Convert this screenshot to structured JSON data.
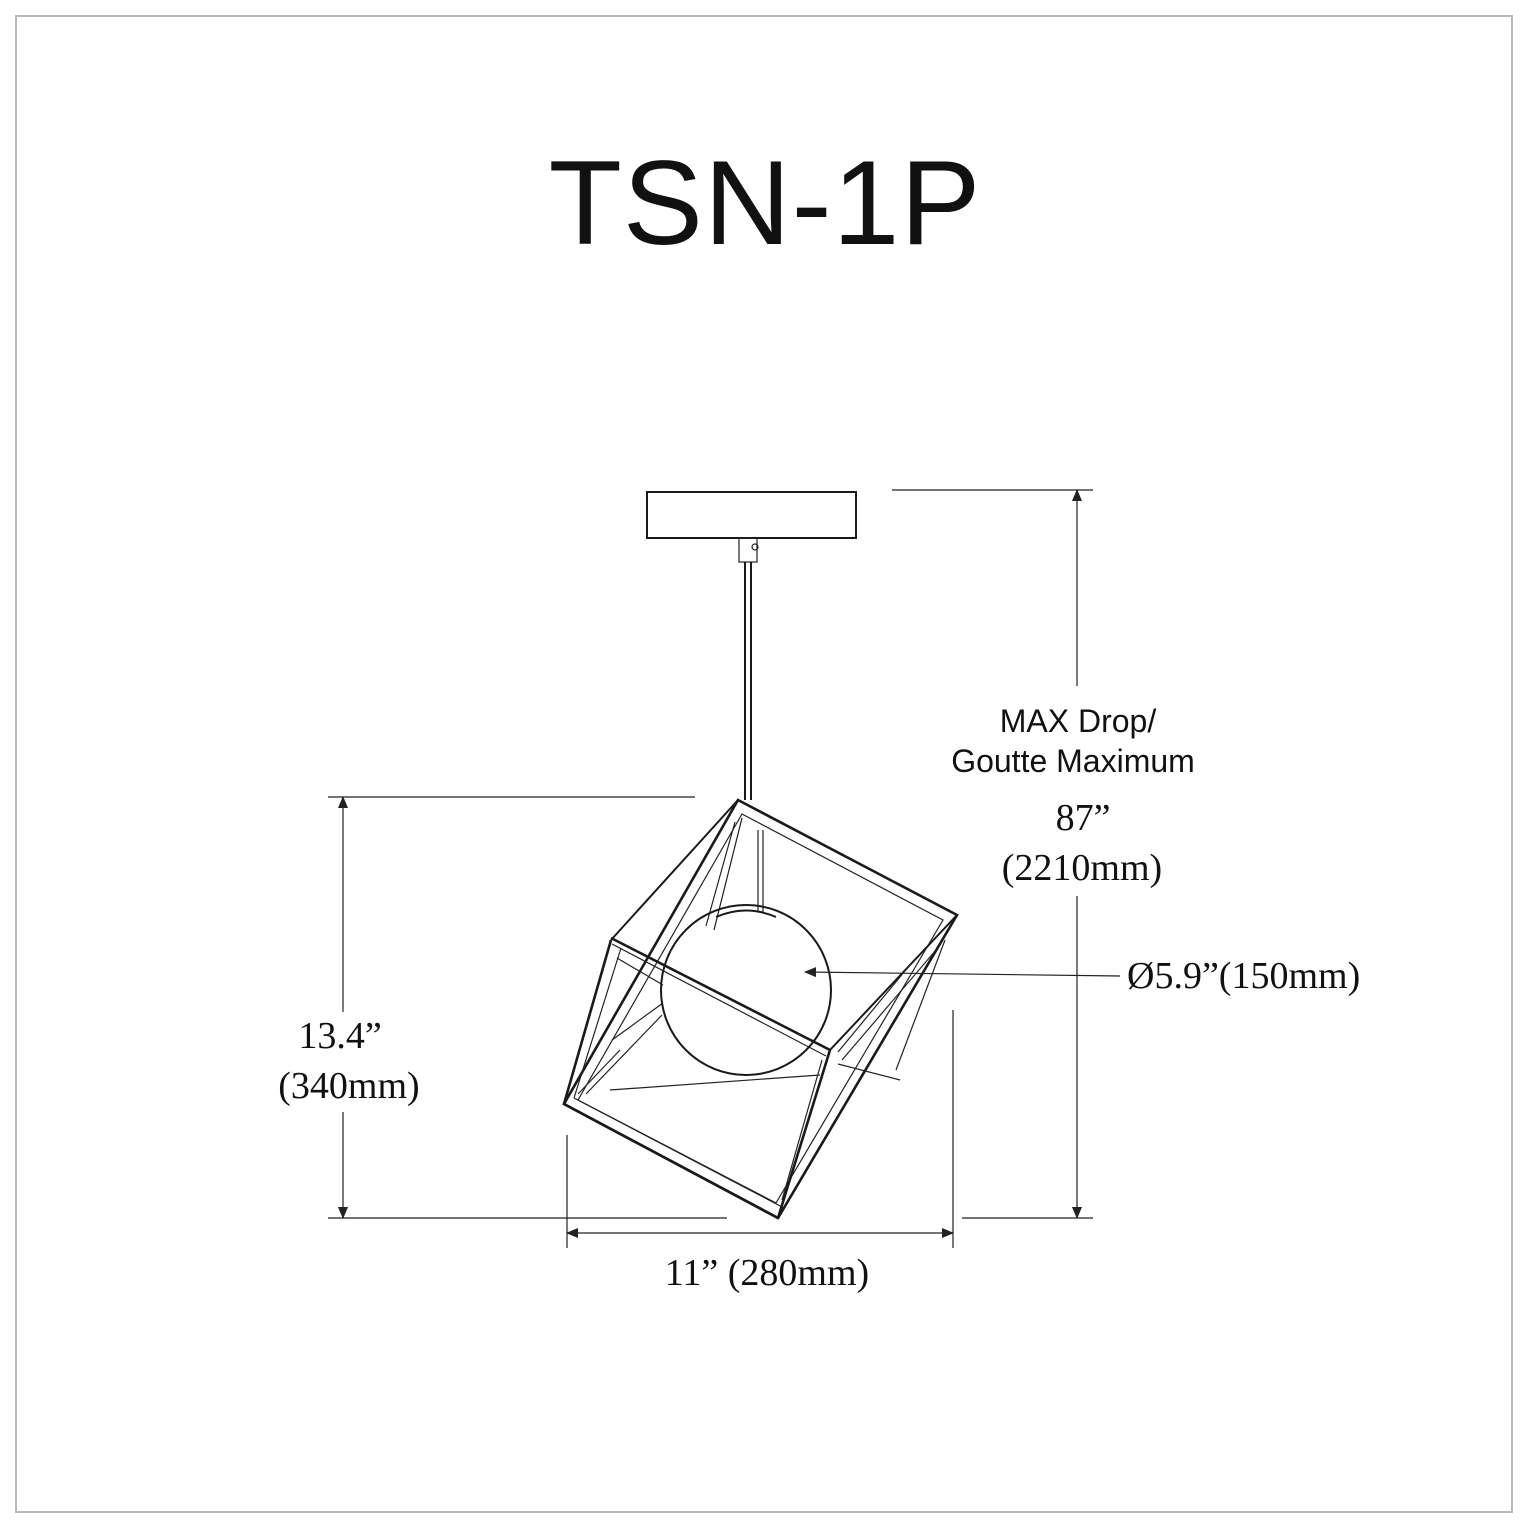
{
  "title": "TSN-1P",
  "labels": {
    "max_drop_en": "MAX Drop/",
    "max_drop_fr": "Goutte Maximum",
    "drop_in": "87”",
    "drop_mm": "(2210mm)",
    "globe_dia": "Ø5.9”(150mm)",
    "height_in": "13.4”",
    "height_mm": "(340mm)",
    "width": "11” (280mm)"
  }
}
